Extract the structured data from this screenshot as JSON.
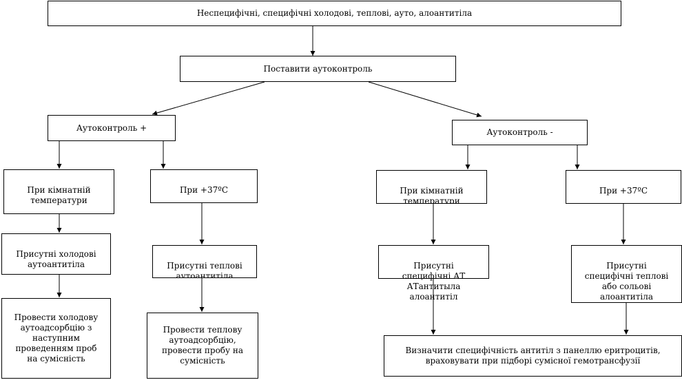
{
  "diagram": {
    "root": "Неспецифічні, специфічні холодові, теплові, ауто, алоантитіла",
    "autocontrol": "Поставити аутоконтроль",
    "auto_positive": "Аутоконтроль +",
    "auto_negative": "Аутоконтроль -",
    "pos_room_temp": "При кімнатній\nтемператури",
    "pos_37c": "При +37ºС",
    "neg_room_temp": "При кімнатній\nтемператури",
    "neg_37c": "При +37ºС",
    "cold_auto": "Присутні холодові\nаутоантитіла",
    "warm_auto": "Присутні теплові\nаутоантитіла",
    "specific_at": "Присутні\nспецифічні АТ\nАТантитыла\nалоантитіл",
    "specific_warm": "Присутні\nспецифічні теплові\nабо сольові\nалоантитіла",
    "cold_adsorption": "Провести холодову\nаутоадсорбцію з\nнаступним\nпроведенням проб\nна сумісність",
    "warm_adsorption": "Провести теплову\nаутоадсорбцію,\nпровести пробу на\nсумісність",
    "determine_specificity": "Визначити специфічність антитіл з панеллю еритроцитів,\nвраховувати при підборі сумісної гемотрансфузії"
  }
}
